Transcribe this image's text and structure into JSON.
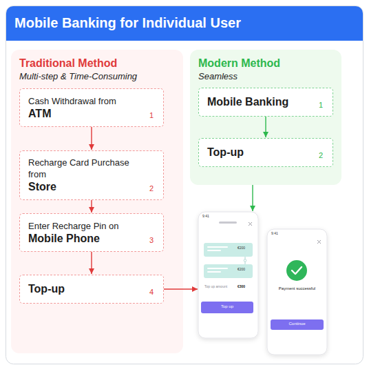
{
  "diagram": {
    "title": "Mobile Banking for Individual User",
    "nodes": [
      {
        "text": [
          "Traditional Method",
          "Multi-step & Time-Consuming"
        ]
      },
      {
        "text": [
          "Cash Withdrawal from",
          "ATM",
          "1"
        ],
        "in": 0
      },
      {
        "text": [
          "Recharge Card Purchase from",
          "Store",
          "2"
        ],
        "in": 0
      },
      {
        "text": [
          "Enter Recharge Pin on",
          "Mobile Phone",
          "3"
        ],
        "in": 0
      },
      {
        "text": [
          "Top-up",
          "4"
        ],
        "in": 0
      },
      {
        "text": [
          "Modern Method",
          "Seamless"
        ]
      },
      {
        "text": [
          "Mobile Banking",
          "1"
        ],
        "in": 5
      },
      {
        "text": [
          "Top-up",
          "2"
        ],
        "in": 5
      },
      {
        "text": [
          "9:41",
          "€200",
          "€200",
          "Top up amount",
          "€300",
          "Top up"
        ]
      },
      {
        "text": [
          "9:41",
          "Payment successful",
          "Continue"
        ]
      }
    ],
    "edges": [
      {
        "from": 1,
        "to": 2,
        "arrow": "to"
      },
      {
        "from": 2,
        "to": 3,
        "arrow": "to"
      },
      {
        "from": 3,
        "to": 4,
        "arrow": "to"
      },
      {
        "from": 4,
        "to": 8,
        "arrow": "to"
      },
      {
        "from": 6,
        "to": 7,
        "arrow": "to"
      },
      {
        "from": 5,
        "to": 8,
        "arrow": "to"
      }
    ]
  }
}
